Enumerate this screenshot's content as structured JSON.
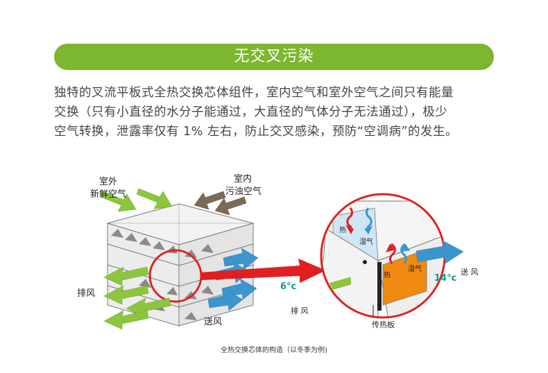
{
  "title": "无交叉污染",
  "paragraph": {
    "line1": "独特的叉流平板式全热交换芯体组件，室内空气和室外空气之间只有能量",
    "line2": "交换（只有小直径的水分子能通过，大直径的气体分子无法通过），极少",
    "line3": "空气转换，泄露率仅有 1% 左右，防止交叉感染，预防“空调病”的发生。"
  },
  "diagram": {
    "outdoor_label_1": "室外",
    "outdoor_label_2": "新鲜空气",
    "indoor_label_1": "室内",
    "indoor_label_2": "污浊空气",
    "exhaust_label": "排风",
    "supply_label": "送风",
    "zoom_heat_1": "热",
    "zoom_humidity_1": "湿气",
    "zoom_heat_2": "热",
    "zoom_humidity_2": "湿气",
    "zoom_temp_left": "6°c",
    "zoom_temp_right": "14°c",
    "zoom_supply": "送 风",
    "zoom_exhaust": "排 风",
    "heat_plate": "传热板"
  },
  "caption": "全热交换芯体的构造（以冬季为例)",
  "colors": {
    "green": "#7cb72f",
    "blue": "#3d95cf",
    "brown": "#7b6a55",
    "red": "#e02020",
    "orange": "#f08a10",
    "teal_text": "#0a9a8a"
  }
}
